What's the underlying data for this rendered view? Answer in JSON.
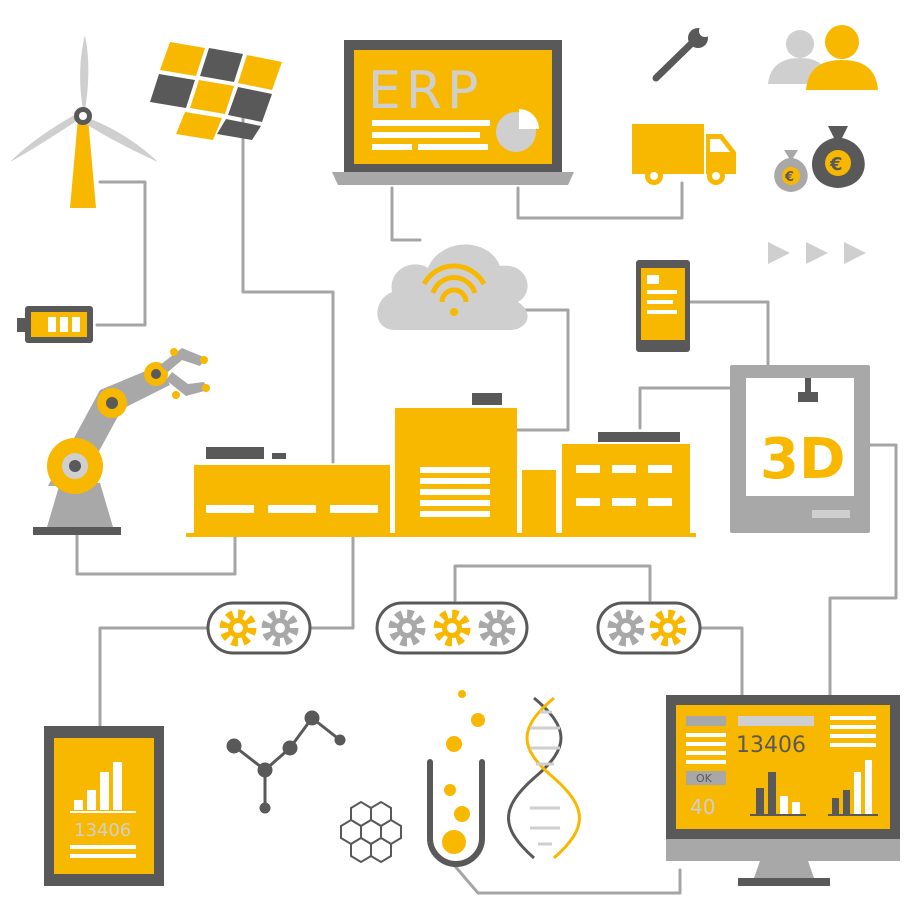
{
  "colors": {
    "accent": "#f9b800",
    "dark": "#595959",
    "mid": "#a8a8a8",
    "light": "#cfcfcf",
    "line": "#a5a5a5",
    "white": "#ffffff"
  },
  "laptop": {
    "screen_text": "ERP"
  },
  "printer": {
    "label": "3D"
  },
  "monitor": {
    "big_number": "13406",
    "ok_label": "OK",
    "small_number": "40"
  },
  "tablet": {
    "number": "13406"
  }
}
